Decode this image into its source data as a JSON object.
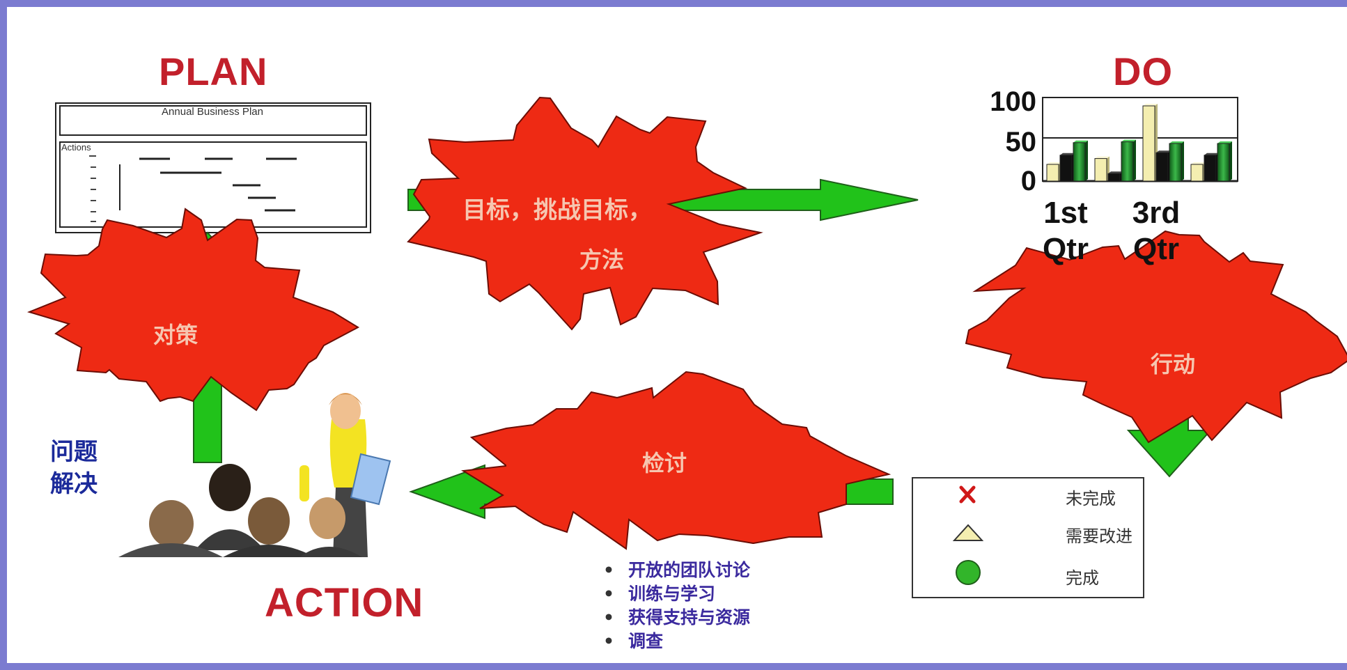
{
  "headers": {
    "plan": "PLAN",
    "do": "DO",
    "action": "ACTION"
  },
  "plan_chart": {
    "title": "Annual Business Plan",
    "row_label": "Actions"
  },
  "bursts": {
    "goal_line1": "目标，挑战目标，",
    "goal_line2": "方法",
    "countermeasure": "对策",
    "execute": "行动",
    "review": "检讨"
  },
  "problem_solving": {
    "line1": "问题",
    "line2": "解决"
  },
  "review_bullets": [
    "开放的团队讨论",
    "训练与学习",
    "获得支持与资源",
    "调查"
  ],
  "legend": {
    "items": [
      {
        "icon": "x-mark-icon",
        "label": "未完成"
      },
      {
        "icon": "triangle-icon",
        "label": "需要改进"
      },
      {
        "icon": "circle-icon",
        "label": "完成"
      }
    ]
  },
  "chart_data": {
    "type": "bar",
    "title": "",
    "xlabel": "",
    "ylabel": "",
    "ylim": [
      0,
      100
    ],
    "yticks": [
      0,
      50,
      100
    ],
    "categories": [
      "1st Qtr",
      "",
      "3rd Qtr",
      ""
    ],
    "category_labels": [
      [
        "1st",
        "Qtr"
      ],
      [
        "3rd",
        "Qtr"
      ]
    ],
    "series": [
      {
        "values": [
          20,
          27,
          90,
          20
        ]
      },
      {
        "values": [
          31,
          9,
          34,
          31
        ]
      },
      {
        "values": [
          46,
          47,
          45,
          45
        ]
      }
    ]
  },
  "colors": {
    "burst_fill": "#ee2a14",
    "burst_stroke": "#6b0d05",
    "arrow_green": "#21c21a",
    "arrow_stroke": "#1f5f1a",
    "header_red": "#c2202b",
    "frame": "#7b7bd0",
    "bar_series": [
      "#f4eeb0",
      "#111111",
      "#1f8a2e"
    ]
  }
}
